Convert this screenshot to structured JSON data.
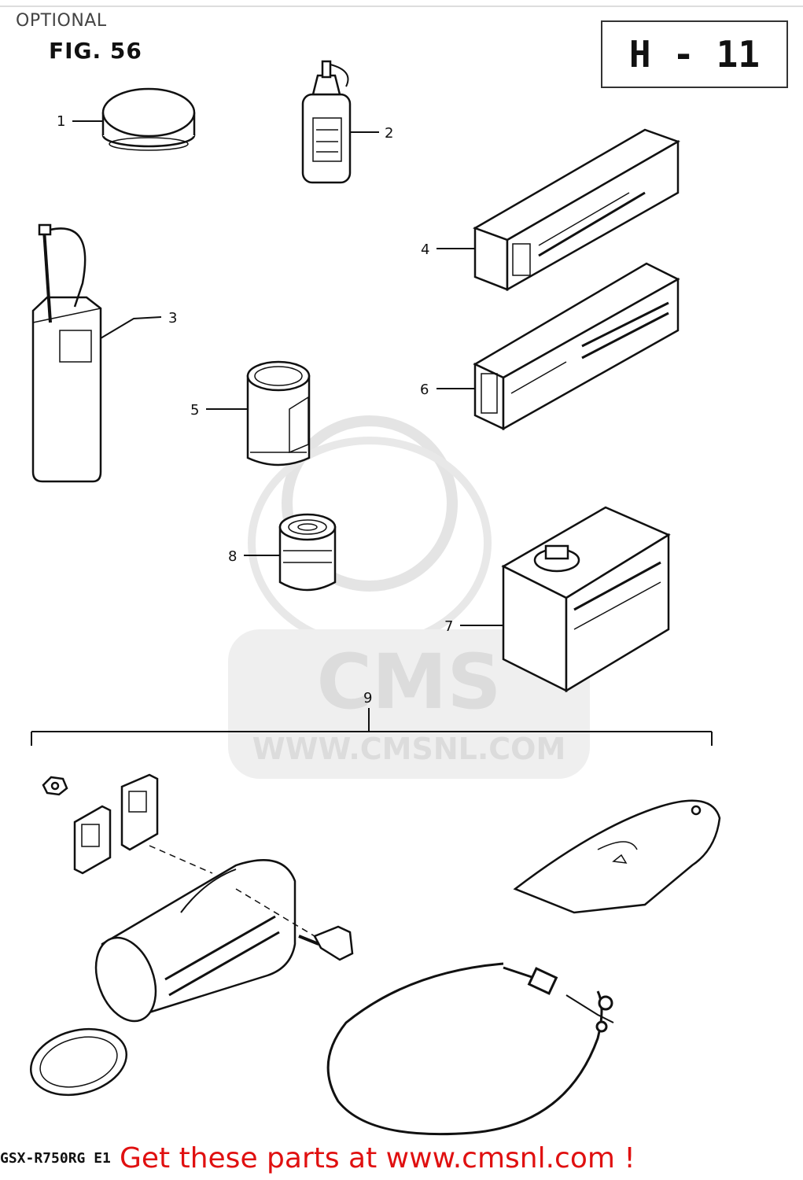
{
  "header": {
    "section": "OPTIONAL",
    "figure": "FIG. 56",
    "page_code": "H - 11"
  },
  "callouts": [
    "1",
    "2",
    "3",
    "4",
    "5",
    "6",
    "7",
    "8",
    "9"
  ],
  "watermark": {
    "logo_text": "CMS",
    "url": "WWW.CMSNL.COM"
  },
  "footer": {
    "model_code": "GSX-R750RG E1",
    "cta": "Get these parts at www.cmsnl.com !"
  },
  "colors": {
    "cta": "#e01010",
    "ink": "#111111",
    "watermark": "#d9d9d9"
  }
}
